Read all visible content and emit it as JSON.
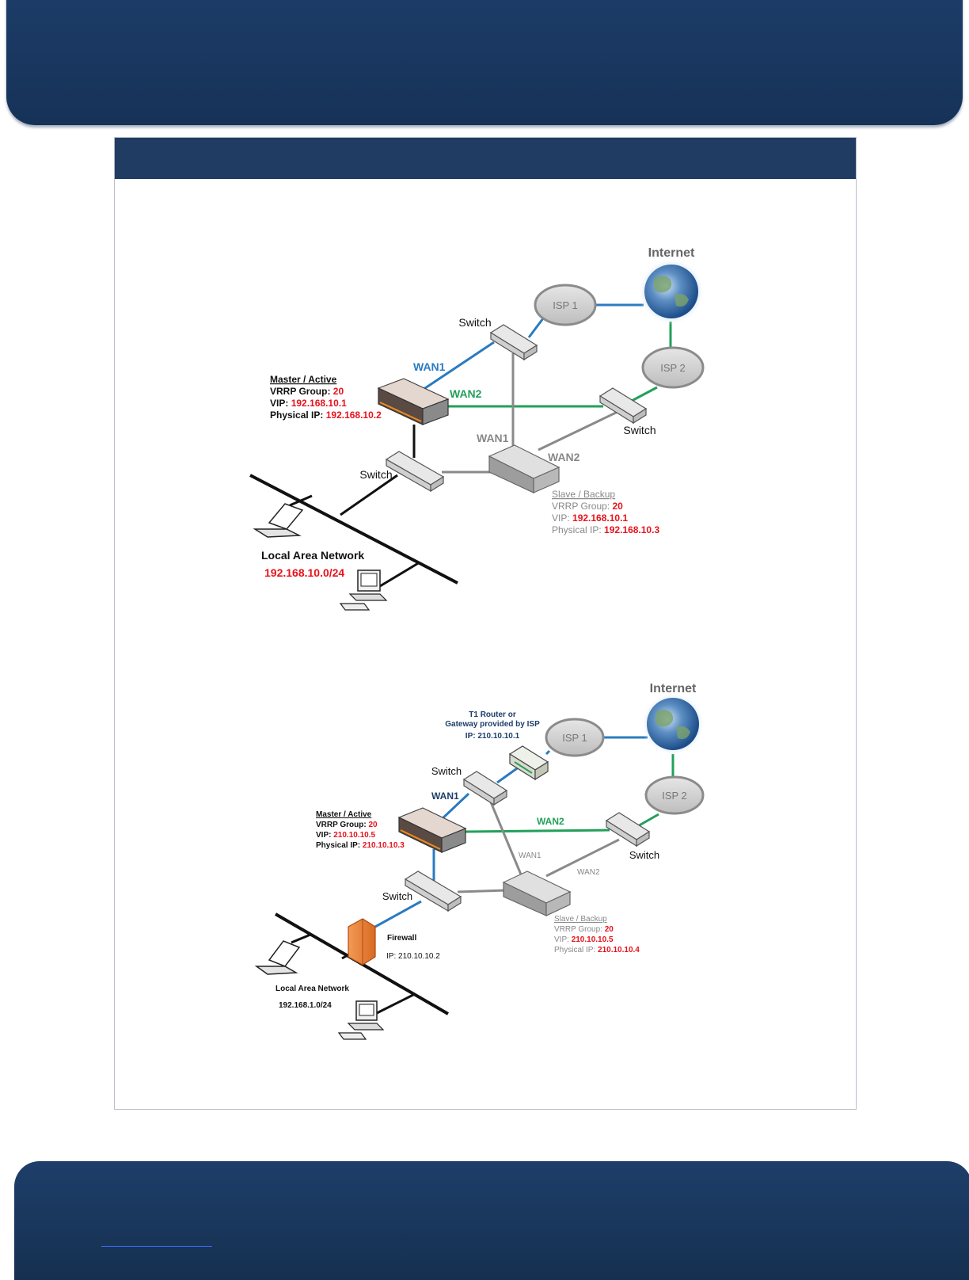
{
  "diagram1": {
    "internet": "Internet",
    "isp1": "ISP 1",
    "isp2": "ISP 2",
    "switch_top": "Switch",
    "switch_right": "Switch",
    "switch_left": "Switch",
    "wan1_blue": "WAN1",
    "wan2_green": "WAN2",
    "wan1_gray": "WAN1",
    "wan2_gray": "WAN2",
    "master": {
      "title": "Master / Active",
      "group_label": "VRRP Group:",
      "group_value": "20",
      "vip_label": "VIP:",
      "vip_value": "192.168.10.1",
      "phys_label": "Physical IP:",
      "phys_value": "192.168.10.2"
    },
    "slave": {
      "title": "Slave / Backup",
      "group_label": "VRRP Group:",
      "group_value": "20",
      "vip_label": "VIP:",
      "vip_value": "192.168.10.1",
      "phys_label": "Physical IP:",
      "phys_value": "192.168.10.3"
    },
    "lan_title": "Local Area Network",
    "lan_subnet": "192.168.10.0/24"
  },
  "diagram2": {
    "internet": "Internet",
    "isp1": "ISP 1",
    "isp2": "ISP 2",
    "t1_line1": "T1 Router or",
    "t1_line2": "Gateway provided by ISP",
    "t1_ip": "IP: 210.10.10.1",
    "switch_top": "Switch",
    "switch_right": "Switch",
    "switch_left": "Switch",
    "wan1_blue": "WAN1",
    "wan2_green": "WAN2",
    "wan1_gray": "WAN1",
    "wan2_gray": "WAN2",
    "master": {
      "title": "Master / Active",
      "group_label": "VRRP Group:",
      "group_value": "20",
      "vip_label": "VIP:",
      "vip_value": "210.10.10.5",
      "phys_label": "Physical IP:",
      "phys_value": "210.10.10.3"
    },
    "slave": {
      "title": "Slave / Backup",
      "group_label": "VRRP Group:",
      "group_value": "20",
      "vip_label": "VIP:",
      "vip_value": "210.10.10.5",
      "phys_label": "Physical IP:",
      "phys_value": "210.10.10.4"
    },
    "firewall": "Firewall",
    "firewall_ip": "IP: 210.10.10.2",
    "lan_title": "Local Area Network",
    "lan_subnet": "192.168.1.0/24"
  },
  "colors": {
    "banner": "#1b3a64",
    "frame_header": "#213c62",
    "blue_link": "#2a7bc0",
    "green_link": "#22a05a",
    "gray_link": "#8a8a8a",
    "red_value": "#e8121b"
  }
}
